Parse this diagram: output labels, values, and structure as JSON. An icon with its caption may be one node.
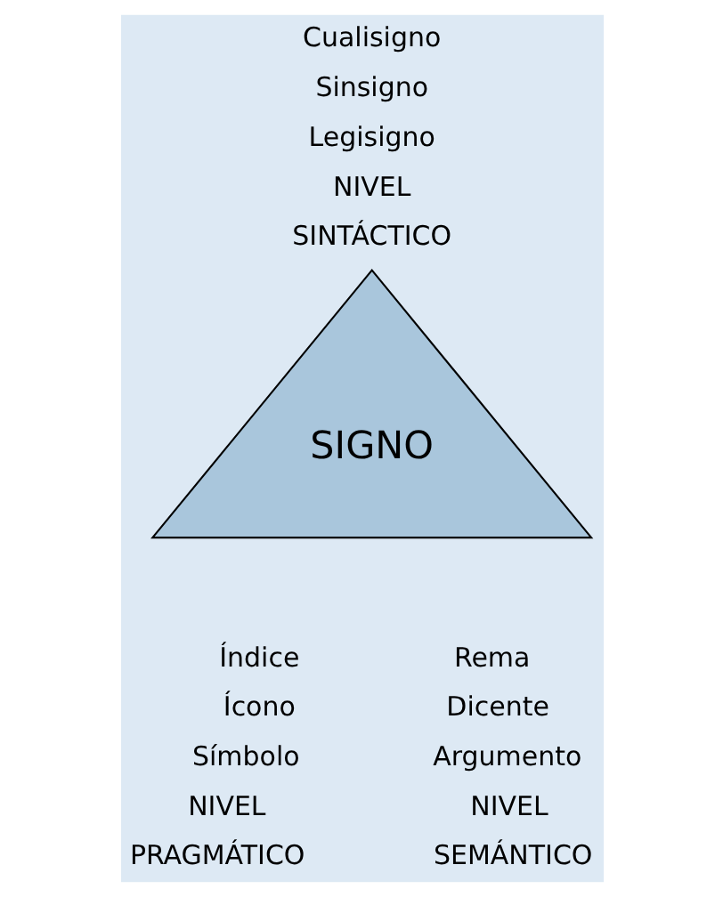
{
  "diagram": {
    "nodes": [
      {
        "text": [
          "SIGNO"
        ]
      }
    ],
    "labels": [
      "Cualisigno",
      "Sinsigno",
      "Legisigno",
      "NIVEL",
      "SINTÁCTICO",
      "Índice",
      "Ícono",
      "Símbolo",
      "NIVEL",
      "PRAGMÁTICO",
      "Rema",
      "Dicente",
      "Argumento",
      "NIVEL",
      "SEMÁNTICO"
    ]
  }
}
